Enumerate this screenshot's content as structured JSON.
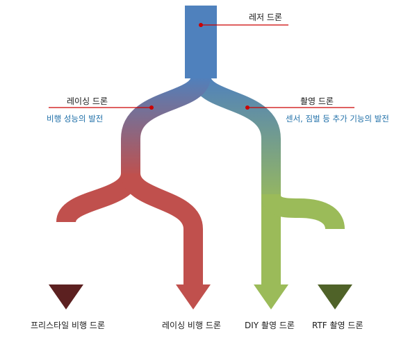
{
  "root": {
    "label": "레저 드론"
  },
  "branches": {
    "racing": {
      "label": "레이싱 드론",
      "note": "비행 성능의 발전"
    },
    "filming": {
      "label": "촬영 드론",
      "note": "센서, 짐벌 등 추가 기능의 발전"
    }
  },
  "leaves": [
    {
      "label": "프리스타일 비행 드론",
      "color": "#5c2020"
    },
    {
      "label": "레이싱 비행 드론",
      "color": "#c0504d"
    },
    {
      "label": "DIY 촬영 드론",
      "color": "#9bbb59"
    },
    {
      "label": "RTF 촬영 드론",
      "color": "#4f6228"
    }
  ],
  "colors": {
    "root": "#4f81bd",
    "racing": "#c0504d",
    "filming": "#9bbb59",
    "pointer": "#cc0000"
  }
}
